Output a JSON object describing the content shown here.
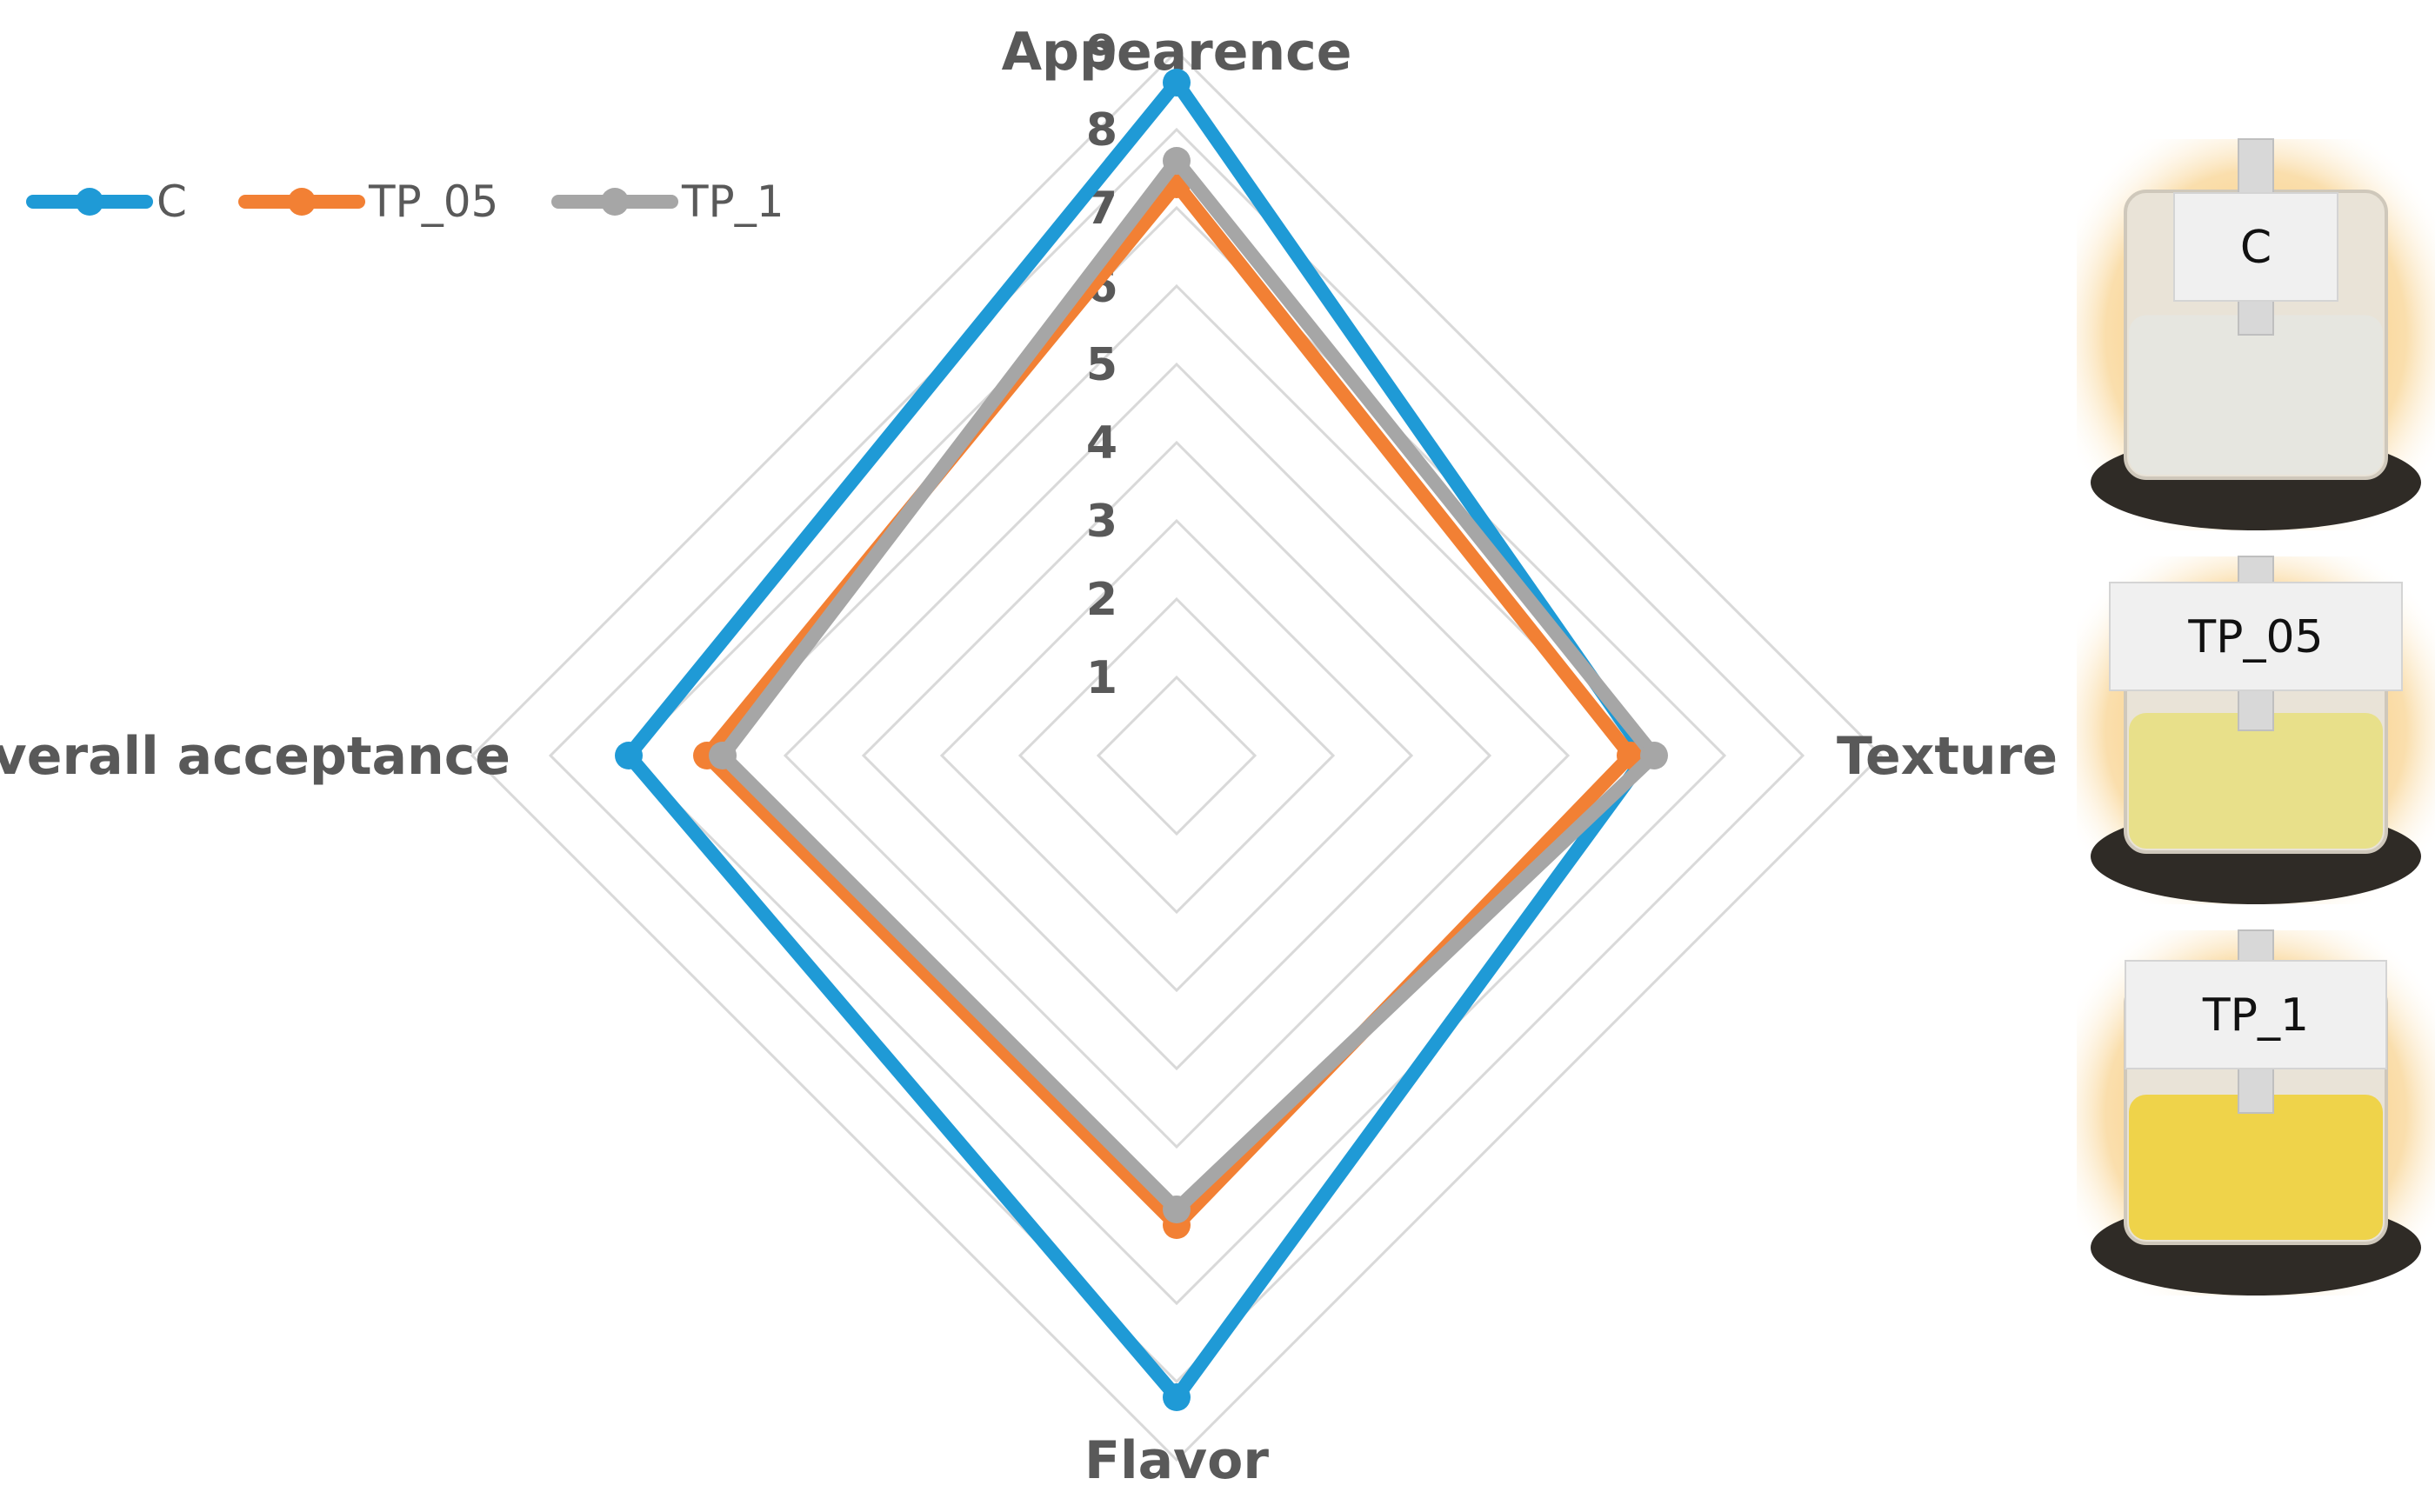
{
  "chart_data": {
    "type": "radar",
    "axes": [
      "Appearence",
      "Texture",
      "Flavor",
      "Overall acceptance"
    ],
    "r_ticks": [
      "1",
      "2",
      "3",
      "4",
      "5",
      "6",
      "7",
      "8",
      "9"
    ],
    "rlim": [
      0,
      9
    ],
    "grid": true,
    "legend_position": "top-left",
    "series": [
      {
        "name": "C",
        "color": "#1F9AD6",
        "values": [
          8.6,
          6.0,
          8.2,
          7.0
        ]
      },
      {
        "name": "TP_05",
        "color": "#F28034",
        "values": [
          7.3,
          5.8,
          6.0,
          6.0
        ]
      },
      {
        "name": "TP_1",
        "color": "#A6A6A6",
        "values": [
          7.6,
          6.1,
          5.8,
          5.8
        ]
      }
    ]
  },
  "sample_photos": [
    {
      "label": "C",
      "liquid_color": "#E6E6E0",
      "icon": "beaker-photo"
    },
    {
      "label": "TP_05",
      "liquid_color": "#E8E08A",
      "icon": "beaker-photo"
    },
    {
      "label": "TP_1",
      "liquid_color": "#EFD34A",
      "icon": "beaker-photo"
    }
  ]
}
